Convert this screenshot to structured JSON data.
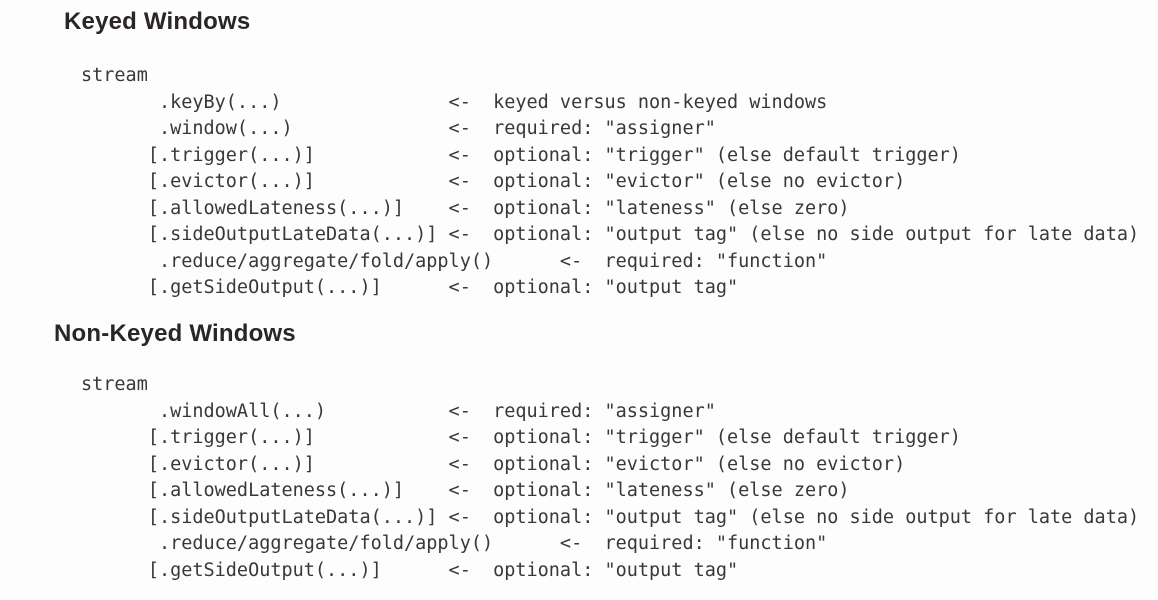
{
  "colors": {
    "background": "#fdfdfd",
    "heading_text": "#2a2625",
    "code_text": "#3b3735"
  },
  "sections": [
    {
      "heading": "Keyed Windows",
      "code_lines": [
        "stream",
        "       .keyBy(...)               <-  keyed versus non-keyed windows",
        "       .window(...)              <-  required: \"assigner\"",
        "      [.trigger(...)]            <-  optional: \"trigger\" (else default trigger)",
        "      [.evictor(...)]            <-  optional: \"evictor\" (else no evictor)",
        "      [.allowedLateness(...)]    <-  optional: \"lateness\" (else zero)",
        "      [.sideOutputLateData(...)] <-  optional: \"output tag\" (else no side output for late data)",
        "       .reduce/aggregate/fold/apply()      <-  required: \"function\"",
        "      [.getSideOutput(...)]      <-  optional: \"output tag\""
      ]
    },
    {
      "heading": "Non-Keyed Windows",
      "code_lines": [
        "stream",
        "       .windowAll(...)           <-  required: \"assigner\"",
        "      [.trigger(...)]            <-  optional: \"trigger\" (else default trigger)",
        "      [.evictor(...)]            <-  optional: \"evictor\" (else no evictor)",
        "      [.allowedLateness(...)]    <-  optional: \"lateness\" (else zero)",
        "      [.sideOutputLateData(...)] <-  optional: \"output tag\" (else no side output for late data)",
        "       .reduce/aggregate/fold/apply()      <-  required: \"function\"",
        "      [.getSideOutput(...)]      <-  optional: \"output tag\""
      ]
    }
  ]
}
